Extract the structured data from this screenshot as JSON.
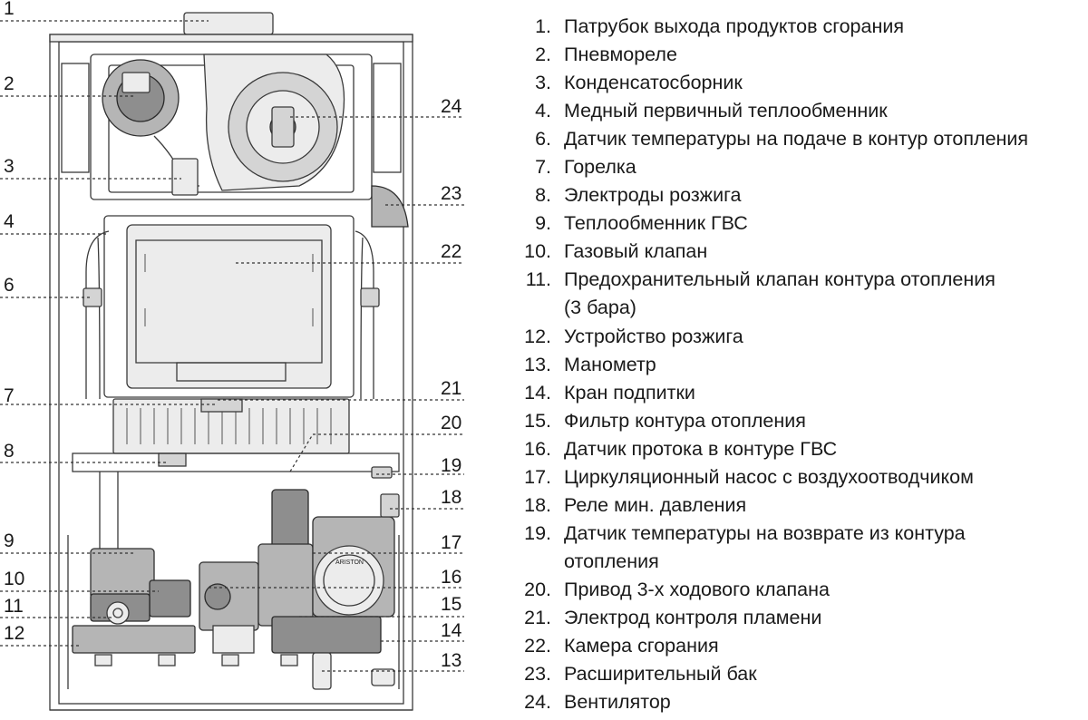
{
  "diagram": {
    "callouts_left": [
      "1",
      "2",
      "3",
      "4",
      "6",
      "7",
      "8",
      "9",
      "10",
      "11",
      "12"
    ],
    "callouts_right": [
      "24",
      "23",
      "22",
      "21",
      "20",
      "19",
      "18",
      "17",
      "16",
      "15",
      "14",
      "13"
    ],
    "brand": "ARISTON"
  },
  "legend": [
    {
      "num": "1.",
      "text": "Патрубок выхода продуктов сгорания"
    },
    {
      "num": "2.",
      "text": "Пневмореле"
    },
    {
      "num": "3.",
      "text": "Конденсатосборник"
    },
    {
      "num": "4.",
      "text": "Медный первичный теплообменник"
    },
    {
      "num": "6.",
      "text": "Датчик температуры на подаче в контур отопления"
    },
    {
      "num": "7.",
      "text": "Горелка"
    },
    {
      "num": "8.",
      "text": "Электроды розжига"
    },
    {
      "num": "9.",
      "text": "Теплообменник ГВС"
    },
    {
      "num": "10.",
      "text": "Газовый клапан"
    },
    {
      "num": "11.",
      "text": "Предохранительный клапан контура отопления",
      "cont": "(3 бара)"
    },
    {
      "num": "12.",
      "text": "Устройство розжига"
    },
    {
      "num": "13.",
      "text": "Манометр"
    },
    {
      "num": "14.",
      "text": "Кран подпитки"
    },
    {
      "num": "15.",
      "text": "Фильтр контура отопления"
    },
    {
      "num": "16.",
      "text": "Датчик протока в контуре  ГВС"
    },
    {
      "num": "17.",
      "text": "Циркуляционный насос с воздухоотводчиком"
    },
    {
      "num": "18.",
      "text": "Реле мин. давления"
    },
    {
      "num": "19.",
      "text": "Датчик температуры на возврате из контура",
      "cont": "отопления"
    },
    {
      "num": "20.",
      "text": "Привод 3-х ходового  клапана"
    },
    {
      "num": "21.",
      "text": "Электрод контроля пламени"
    },
    {
      "num": "22.",
      "text": "Камера сгорания"
    },
    {
      "num": "23.",
      "text": "Расширительный бак"
    },
    {
      "num": "24.",
      "text": "Вентилятор"
    }
  ]
}
